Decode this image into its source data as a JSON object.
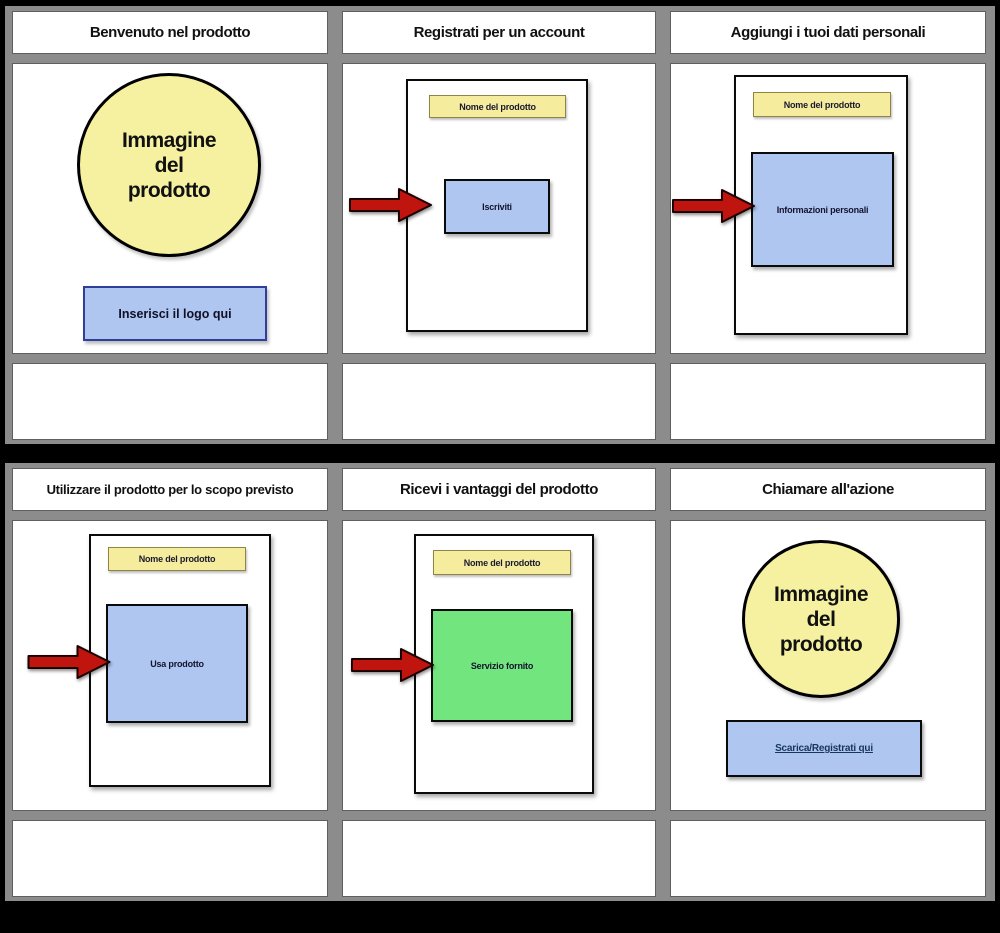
{
  "colors": {
    "page_bg": "#000000",
    "gutter": "#8C8C8C",
    "circle_fill": "#F5F1A0",
    "header_yellow": "#F5EC9E",
    "box_blue": "#AEC6F0",
    "box_green": "#72E57F",
    "arrow_red": "#C0140F",
    "link_text": "#17365D"
  },
  "panels": [
    {
      "title": "Benvenuto nel prodotto",
      "circle_lines": [
        "Immagine",
        "del",
        "prodotto"
      ],
      "logo_box": "Inserisci il logo qui",
      "description": ""
    },
    {
      "title": "Registrati per un account",
      "app_name": "Nome del prodotto",
      "action_box": "Iscriviti",
      "description": ""
    },
    {
      "title": "Aggiungi i tuoi dati personali",
      "app_name": "Nome del prodotto",
      "action_box": "Informazioni personali",
      "description": ""
    },
    {
      "title": "Utilizzare il prodotto per lo scopo previsto",
      "app_name": "Nome del prodotto",
      "action_box": "Usa prodotto",
      "description": ""
    },
    {
      "title": "Ricevi i vantaggi del prodotto",
      "app_name": "Nome del prodotto",
      "action_box": "Servizio fornito",
      "description": ""
    },
    {
      "title": "Chiamare all'azione",
      "circle_lines": [
        "Immagine",
        "del",
        "prodotto"
      ],
      "link_box": "Scarica/Registrati qui",
      "description": ""
    }
  ]
}
